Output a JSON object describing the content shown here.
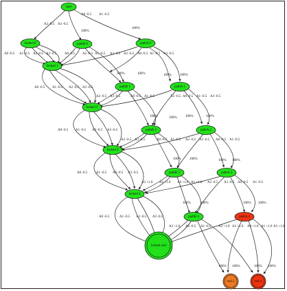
{
  "colors": {
    "node_green": "#22e01a",
    "node_red": "#ee3311",
    "node_orange": "#f07a22",
    "edge": "#222222"
  },
  "nodes": {
    "start": "start",
    "locked_0": "locked 0",
    "pathB_0": "pathB 0",
    "pathA_0": "pathA 0",
    "locked_1": "locked 1",
    "pathB_1": "pathB 1",
    "pathA_1": "pathA 1",
    "locked_2": "locked 2",
    "pathB_2": "pathB 2",
    "pathA_2": "pathA 2",
    "locked_3": "locked 3",
    "pathB_3": "pathB 3",
    "pathA_3": "pathA 3",
    "locked_4": "locked 4",
    "pathB_4": "pathB 4",
    "pathA_4": "pathA 4",
    "locked_end": "locked end",
    "end_2": "end 2",
    "end_1": "end 1"
  },
  "edge_labels": {
    "a0": "A0 -0.5",
    "a1": "A1 -0.5",
    "a2": "A2 -0.5",
    "a3": "A3 -0.5",
    "a2p": "A2 +1.0",
    "a3p": "A3 +1.0",
    "a0p": "A0 +1.0",
    "a1p": "A1 +1.0",
    "p100": "100%"
  }
}
